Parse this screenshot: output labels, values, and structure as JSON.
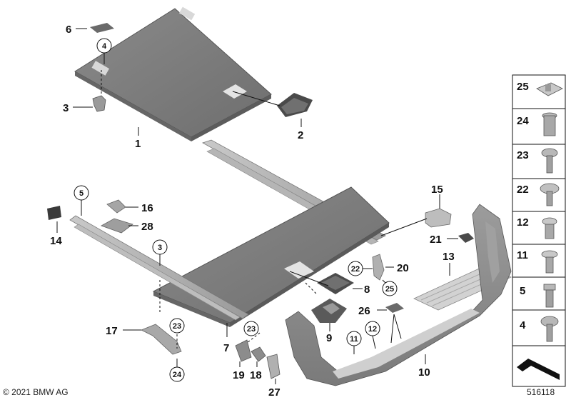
{
  "diagram": {
    "labels": {
      "p1": "1",
      "p2": "2",
      "p3": "3",
      "p4": "4",
      "p5": "5",
      "p6": "6",
      "p7": "7",
      "p8": "8",
      "p9": "9",
      "p10": "10",
      "p11": "11",
      "p12": "12",
      "p13": "13",
      "p14": "14",
      "p15": "15",
      "p16": "16",
      "p17": "17",
      "p18": "18",
      "p19": "19",
      "p20": "20",
      "p21": "21",
      "p22": "22",
      "p23": "23",
      "p24": "24",
      "p25": "25",
      "p26": "26",
      "p27": "27",
      "p28": "28"
    },
    "side_panel": [
      "25",
      "24",
      "23",
      "22",
      "12",
      "11",
      "5",
      "4"
    ]
  },
  "footer": {
    "copyright": "© 2021 BMW AG",
    "diagram_number": "516118"
  }
}
